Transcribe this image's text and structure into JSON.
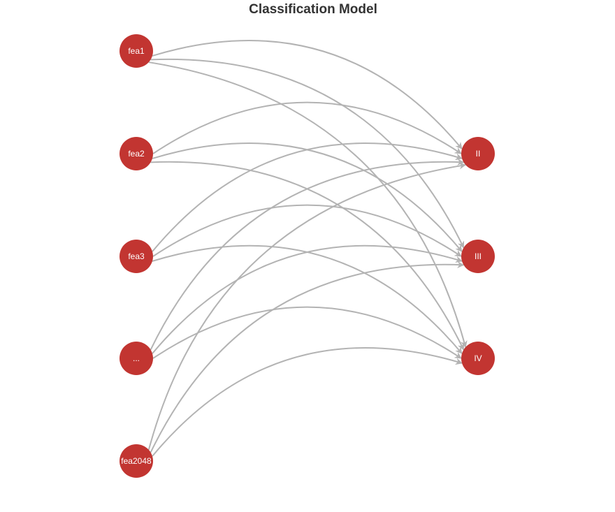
{
  "title": "Classification Model",
  "colors": {
    "node_fill": "#c23531",
    "edge": "#b3b3b3",
    "title": "#333333",
    "node_label": "#ffffff"
  },
  "source_nodes": [
    {
      "id": "fea1",
      "label": "fea1"
    },
    {
      "id": "fea2",
      "label": "fea2"
    },
    {
      "id": "fea3",
      "label": "fea3"
    },
    {
      "id": "ellipsis",
      "label": "..."
    },
    {
      "id": "fea2048",
      "label": "fea2048"
    }
  ],
  "target_nodes": [
    {
      "id": "II",
      "label": "II"
    },
    {
      "id": "III",
      "label": "III"
    },
    {
      "id": "IV",
      "label": "IV"
    }
  ],
  "edges": [
    {
      "from": "fea1",
      "to": "II"
    },
    {
      "from": "fea1",
      "to": "III"
    },
    {
      "from": "fea1",
      "to": "IV"
    },
    {
      "from": "fea2",
      "to": "II"
    },
    {
      "from": "fea2",
      "to": "III"
    },
    {
      "from": "fea2",
      "to": "IV"
    },
    {
      "from": "fea3",
      "to": "II"
    },
    {
      "from": "fea3",
      "to": "III"
    },
    {
      "from": "fea3",
      "to": "IV"
    },
    {
      "from": "ellipsis",
      "to": "II"
    },
    {
      "from": "ellipsis",
      "to": "III"
    },
    {
      "from": "ellipsis",
      "to": "IV"
    },
    {
      "from": "fea2048",
      "to": "II"
    },
    {
      "from": "fea2048",
      "to": "III"
    },
    {
      "from": "fea2048",
      "to": "IV"
    }
  ]
}
